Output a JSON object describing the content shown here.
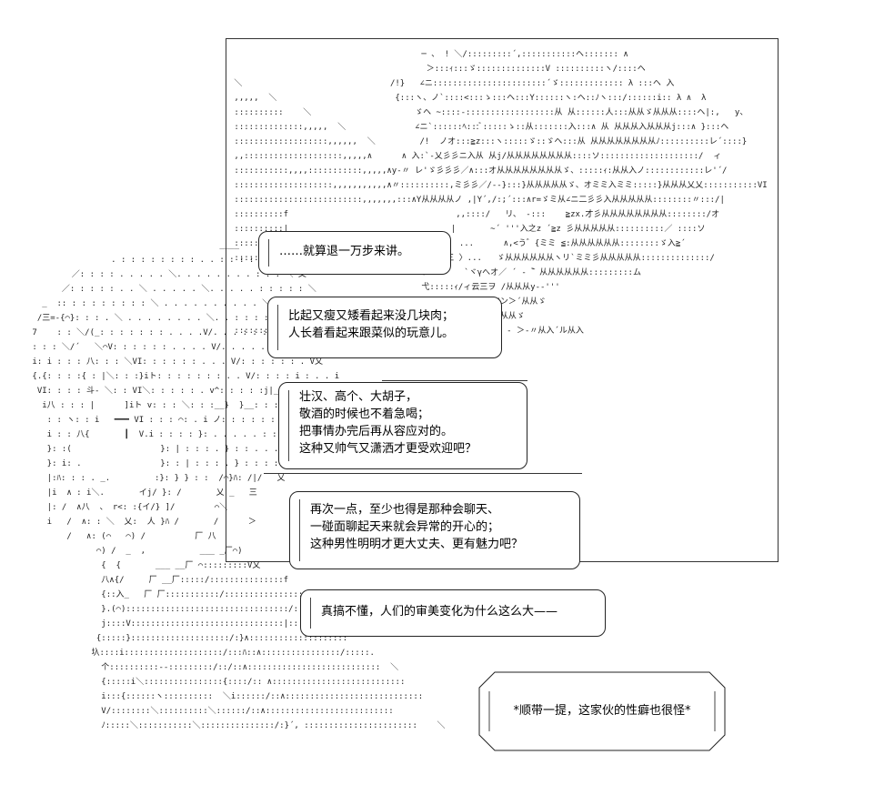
{
  "bubbles": [
    {
      "id": "b1",
      "lines": [
        "……就算退一万步来讲。"
      ]
    },
    {
      "id": "b2",
      "lines": [
        "比起又瘦又矮看起来没几块肉；",
        "人长着看起来跟菜似的玩意儿。"
      ]
    },
    {
      "id": "b3",
      "lines": [
        "壮汉、高个、大胡子，",
        "敬酒的时候也不着急喝；",
        "把事情办完后再从容应对的。",
        "这种又帅气又潇洒才更受欢迎吧？"
      ]
    },
    {
      "id": "b4",
      "lines": [
        "再次一点，至少也得是那种会聊天、",
        "一碰面聊起天来就会异常的开心的；",
        "这种男性明明才更大丈夫、更有魅力吧？"
      ]
    },
    {
      "id": "b5",
      "lines": [
        "真搞不懂，人们的审美变化为什么这么大——"
      ]
    }
  ],
  "note": {
    "text": "*顺带一提，这家伙的性癖也很怪*"
  }
}
